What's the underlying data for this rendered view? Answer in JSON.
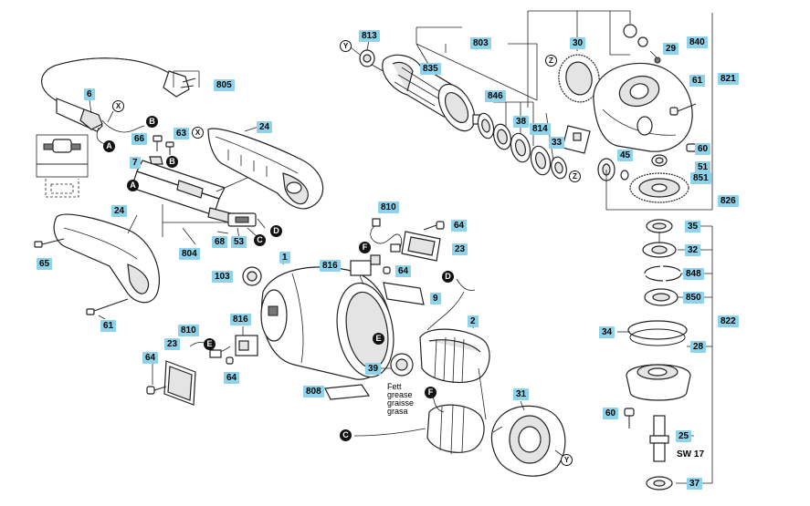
{
  "part_labels": {
    "p805": "805",
    "p6": "6",
    "p66": "66",
    "p63": "63",
    "p7": "7",
    "p24a": "24",
    "p24b": "24",
    "p65": "65",
    "p61a": "61",
    "p804": "804",
    "p68": "68",
    "p53": "53",
    "p103": "103",
    "p1": "1",
    "p810a": "810",
    "p810b": "810",
    "p816a": "816",
    "p816b": "816",
    "p64a": "64",
    "p64b": "64",
    "p64c": "64",
    "p64d": "64",
    "p23a": "23",
    "p23b": "23",
    "p9": "9",
    "p2": "2",
    "p39": "39",
    "p808": "808",
    "p31": "31",
    "p813": "813",
    "p803": "803",
    "p835": "835",
    "p846": "846",
    "p38": "38",
    "p814": "814",
    "p33": "33",
    "p30": "30",
    "p840": "840",
    "p29": "29",
    "p61b": "61",
    "p821": "821",
    "p60a": "60",
    "p45": "45",
    "p51": "51",
    "p851": "851",
    "p826": "826",
    "p35": "35",
    "p32": "32",
    "p848": "848",
    "p850": "850",
    "p34": "34",
    "p822": "822",
    "p28": "28",
    "p60b": "60",
    "p25": "25",
    "p37": "37"
  },
  "connectors": {
    "A1": "A",
    "A2": "A",
    "B1": "B",
    "B2": "B",
    "C1": "C",
    "C2": "C",
    "D1": "D",
    "D2": "D",
    "E1": "E",
    "E2": "E",
    "F1": "F",
    "F2": "F",
    "X1": "X",
    "X2": "X",
    "Y1": "Y",
    "Y2": "Y",
    "Z1": "Z",
    "Z2": "Z"
  },
  "grease_note": [
    "Fett",
    "grease",
    "graisse",
    "grasa"
  ],
  "spanner_note": "SW 17",
  "colors": {
    "label_bg": "#8fd3ea",
    "line": "#222222"
  }
}
